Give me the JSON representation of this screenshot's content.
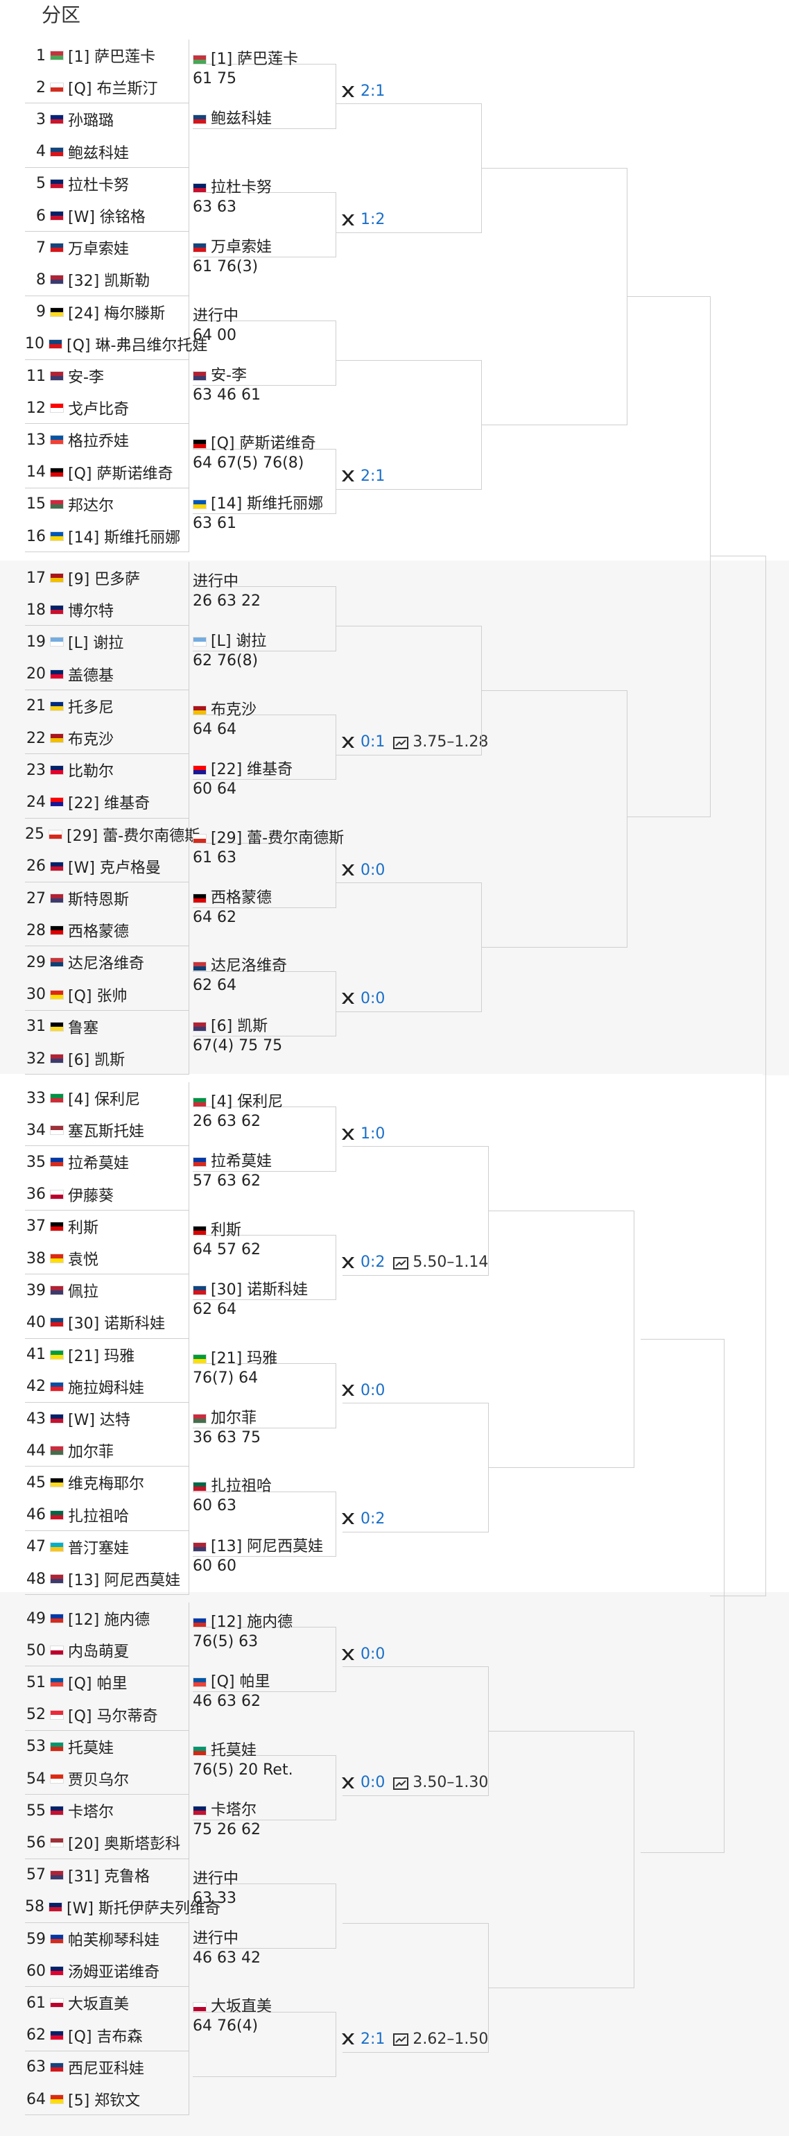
{
  "header": {
    "title": "分区"
  },
  "colors": {
    "link": "#1a6fc9",
    "line": "#cfcfcf",
    "section_bg": "#f7f7f7"
  },
  "players": [
    {
      "n": "1",
      "flag": "BLR",
      "name": "[1] 萨巴莲卡"
    },
    {
      "n": "2",
      "flag": "CAN",
      "name": "[Q] 布兰斯汀"
    },
    {
      "n": "3",
      "flag": "NZL",
      "name": "孙璐璐"
    },
    {
      "n": "4",
      "flag": "CZE",
      "name": "鲍兹科娃"
    },
    {
      "n": "5",
      "flag": "GBR",
      "name": "拉杜卡努"
    },
    {
      "n": "6",
      "flag": "GBR",
      "name": "[W] 徐铭格"
    },
    {
      "n": "7",
      "flag": "CZE",
      "name": "万卓索娃"
    },
    {
      "n": "8",
      "flag": "USA",
      "name": "[32] 凯斯勒"
    },
    {
      "n": "9",
      "flag": "BEL",
      "name": "[24] 梅尔滕斯"
    },
    {
      "n": "10",
      "flag": "CZE",
      "name": "[Q] 琳-弗吕维尔托娃"
    },
    {
      "n": "11",
      "flag": "USA",
      "name": "安-李"
    },
    {
      "n": "12",
      "flag": "SUI",
      "name": "戈卢比奇"
    },
    {
      "n": "13",
      "flag": "FRA",
      "name": "格拉乔娃"
    },
    {
      "n": "14",
      "flag": "GER",
      "name": "[Q] 萨斯诺维奇"
    },
    {
      "n": "15",
      "flag": "HUN",
      "name": "邦达尔"
    },
    {
      "n": "16",
      "flag": "UKR",
      "name": "[14] 斯维托丽娜"
    },
    {
      "n": "17",
      "flag": "ESP",
      "name": "[9] 巴多萨"
    },
    {
      "n": "18",
      "flag": "GBR",
      "name": "博尔特"
    },
    {
      "n": "19",
      "flag": "ARG",
      "name": "[L] 谢拉"
    },
    {
      "n": "20",
      "flag": "AUS",
      "name": "盖德基"
    },
    {
      "n": "21",
      "flag": "ROU",
      "name": "托多尼"
    },
    {
      "n": "22",
      "flag": "ESP",
      "name": "布克沙"
    },
    {
      "n": "23",
      "flag": "AUS",
      "name": "比勒尔"
    },
    {
      "n": "24",
      "flag": "CRO",
      "name": "[22] 维基奇"
    },
    {
      "n": "25",
      "flag": "CAN",
      "name": "[29] 蕾-费尔南德斯"
    },
    {
      "n": "26",
      "flag": "GBR",
      "name": "[W] 克卢格曼"
    },
    {
      "n": "27",
      "flag": "USA",
      "name": "斯特恩斯"
    },
    {
      "n": "28",
      "flag": "GER",
      "name": "西格蒙德"
    },
    {
      "n": "29",
      "flag": "SRB",
      "name": "达尼洛维奇"
    },
    {
      "n": "30",
      "flag": "CHN",
      "name": "[Q] 张帅"
    },
    {
      "n": "31",
      "flag": "BEL",
      "name": "鲁塞"
    },
    {
      "n": "32",
      "flag": "USA",
      "name": "[6] 凯斯"
    },
    {
      "n": "33",
      "flag": "ITA",
      "name": "[4] 保利尼"
    },
    {
      "n": "34",
      "flag": "LAT",
      "name": "塞瓦斯托娃"
    },
    {
      "n": "35",
      "flag": "RUS",
      "name": "拉希莫娃"
    },
    {
      "n": "36",
      "flag": "JPN",
      "name": "伊藤葵"
    },
    {
      "n": "37",
      "flag": "GER",
      "name": "利斯"
    },
    {
      "n": "38",
      "flag": "CHN",
      "name": "袁悦"
    },
    {
      "n": "39",
      "flag": "USA",
      "name": "佩拉"
    },
    {
      "n": "40",
      "flag": "CZE",
      "name": "[30] 诺斯科娃"
    },
    {
      "n": "41",
      "flag": "BRA",
      "name": "[21] 玛雅"
    },
    {
      "n": "42",
      "flag": "SVK",
      "name": "施拉姆科娃"
    },
    {
      "n": "43",
      "flag": "GBR",
      "name": "[W] 达特"
    },
    {
      "n": "44",
      "flag": "HUN",
      "name": "加尔菲"
    },
    {
      "n": "45",
      "flag": "BEL",
      "name": "维克梅耶尔"
    },
    {
      "n": "46",
      "flag": "MEX",
      "name": "扎拉祖哈"
    },
    {
      "n": "47",
      "flag": "KAZ",
      "name": "普汀塞娃"
    },
    {
      "n": "48",
      "flag": "USA",
      "name": "[13] 阿尼西莫娃"
    },
    {
      "n": "49",
      "flag": "RUS",
      "name": "[12] 施内德"
    },
    {
      "n": "50",
      "flag": "JPN",
      "name": "内岛萌夏"
    },
    {
      "n": "51",
      "flag": "FRA",
      "name": "[Q] 帕里"
    },
    {
      "n": "52",
      "flag": "AUT",
      "name": "[Q] 马尔蒂奇"
    },
    {
      "n": "53",
      "flag": "BUL",
      "name": "托莫娃"
    },
    {
      "n": "54",
      "flag": "HKG",
      "name": "贾贝乌尔"
    },
    {
      "n": "55",
      "flag": "GBR",
      "name": "卡塔尔"
    },
    {
      "n": "56",
      "flag": "LAT",
      "name": "[20] 奥斯塔彭科"
    },
    {
      "n": "57",
      "flag": "USA",
      "name": "[31] 克鲁格"
    },
    {
      "n": "58",
      "flag": "GBR",
      "name": "[W] 斯托伊萨夫列维奇"
    },
    {
      "n": "59",
      "flag": "RUS",
      "name": "帕芙柳琴科娃"
    },
    {
      "n": "60",
      "flag": "AUS",
      "name": "汤姆亚诺维奇"
    },
    {
      "n": "61",
      "flag": "JPN",
      "name": "大坂直美"
    },
    {
      "n": "62",
      "flag": "AUS",
      "name": "[Q] 吉布森"
    },
    {
      "n": "63",
      "flag": "CZE",
      "name": "西尼亚科娃"
    },
    {
      "n": "64",
      "flag": "CHN",
      "name": "[5] 郑钦文"
    }
  ],
  "matches": [
    {
      "top": {
        "flag": "BLR",
        "name": "[1] 萨巴莲卡"
      },
      "score": "61 75",
      "bottom": {
        "flag": "CZE",
        "name": "鲍兹科娃"
      },
      "h2h": "2:1",
      "odds": ""
    },
    {
      "top": {
        "flag": "GBR",
        "name": "拉杜卡努"
      },
      "score": "63 63",
      "bottom": {
        "flag": "CZE",
        "name": "万卓索娃"
      },
      "h2h": "1:2",
      "odds": "",
      "score2": "61 76(3)"
    },
    {
      "top": {
        "flag": "",
        "name": "进行中"
      },
      "score": "64 00",
      "bottom": {
        "flag": "USA",
        "name": "安-李"
      },
      "h2h": "",
      "odds": "",
      "score2": "63 46 61"
    },
    {
      "top": {
        "flag": "GER",
        "name": "[Q] 萨斯诺维奇"
      },
      "score": "64 67(5) 76(8)",
      "bottom": {
        "flag": "UKR",
        "name": "[14] 斯维托丽娜"
      },
      "h2h": "2:1",
      "odds": "",
      "score2": "63 61"
    },
    {
      "top": {
        "flag": "",
        "name": "进行中"
      },
      "score": "26 63 22",
      "bottom": {
        "flag": "ARG",
        "name": "[L] 谢拉"
      },
      "h2h": "",
      "odds": "",
      "score2": "62 76(8)"
    },
    {
      "top": {
        "flag": "ESP",
        "name": "布克沙"
      },
      "score": "64 64",
      "bottom": {
        "flag": "CRO",
        "name": "[22] 维基奇"
      },
      "h2h": "0:1",
      "odds": "3.75–1.28",
      "score2": "60 64"
    },
    {
      "top": {
        "flag": "CAN",
        "name": "[29] 蕾-费尔南德斯"
      },
      "score": "61 63",
      "bottom": {
        "flag": "GER",
        "name": "西格蒙德"
      },
      "h2h": "0:0",
      "odds": "",
      "score2": "64 62"
    },
    {
      "top": {
        "flag": "SRB",
        "name": "达尼洛维奇"
      },
      "score": "62 64",
      "bottom": {
        "flag": "USA",
        "name": "[6] 凯斯"
      },
      "h2h": "0:0",
      "odds": "",
      "score2": "67(4) 75 75"
    },
    {
      "top": {
        "flag": "ITA",
        "name": "[4] 保利尼"
      },
      "score": "26 63 62",
      "bottom": {
        "flag": "RUS",
        "name": "拉希莫娃"
      },
      "h2h": "1:0",
      "odds": "",
      "score2": "57 63 62"
    },
    {
      "top": {
        "flag": "GER",
        "name": "利斯"
      },
      "score": "64 57 62",
      "bottom": {
        "flag": "CZE",
        "name": "[30] 诺斯科娃"
      },
      "h2h": "0:2",
      "odds": "5.50–1.14",
      "score2": "62 64"
    },
    {
      "top": {
        "flag": "BRA",
        "name": "[21] 玛雅"
      },
      "score": "76(7) 64",
      "bottom": {
        "flag": "HUN",
        "name": "加尔菲"
      },
      "h2h": "0:0",
      "odds": "",
      "score2": "36 63 75"
    },
    {
      "top": {
        "flag": "MEX",
        "name": "扎拉祖哈"
      },
      "score": "60 63",
      "bottom": {
        "flag": "USA",
        "name": "[13] 阿尼西莫娃"
      },
      "h2h": "0:2",
      "odds": "",
      "score2": "60 60"
    },
    {
      "top": {
        "flag": "RUS",
        "name": "[12] 施内德"
      },
      "score": "76(5) 63",
      "bottom": {
        "flag": "FRA",
        "name": "[Q] 帕里"
      },
      "h2h": "0:0",
      "odds": "",
      "score2": "46 63 62"
    },
    {
      "top": {
        "flag": "BUL",
        "name": "托莫娃"
      },
      "score": "76(5) 20 Ret.",
      "bottom": {
        "flag": "GBR",
        "name": "卡塔尔"
      },
      "h2h": "0:0",
      "odds": "3.50–1.30",
      "score2": "75 26 62"
    },
    {
      "top": {
        "flag": "",
        "name": "进行中"
      },
      "score": "63 33",
      "bottom": {
        "flag": "",
        "name": "进行中"
      },
      "h2h": "",
      "odds": "",
      "score2": "46 63 42"
    },
    {
      "top": {
        "flag": "JPN",
        "name": "大坂直美"
      },
      "score": "64 76(4)",
      "bottom": {
        "flag": "",
        "name": ""
      },
      "h2h": "2:1",
      "odds": "2.62–1.50",
      "score2": ""
    }
  ]
}
